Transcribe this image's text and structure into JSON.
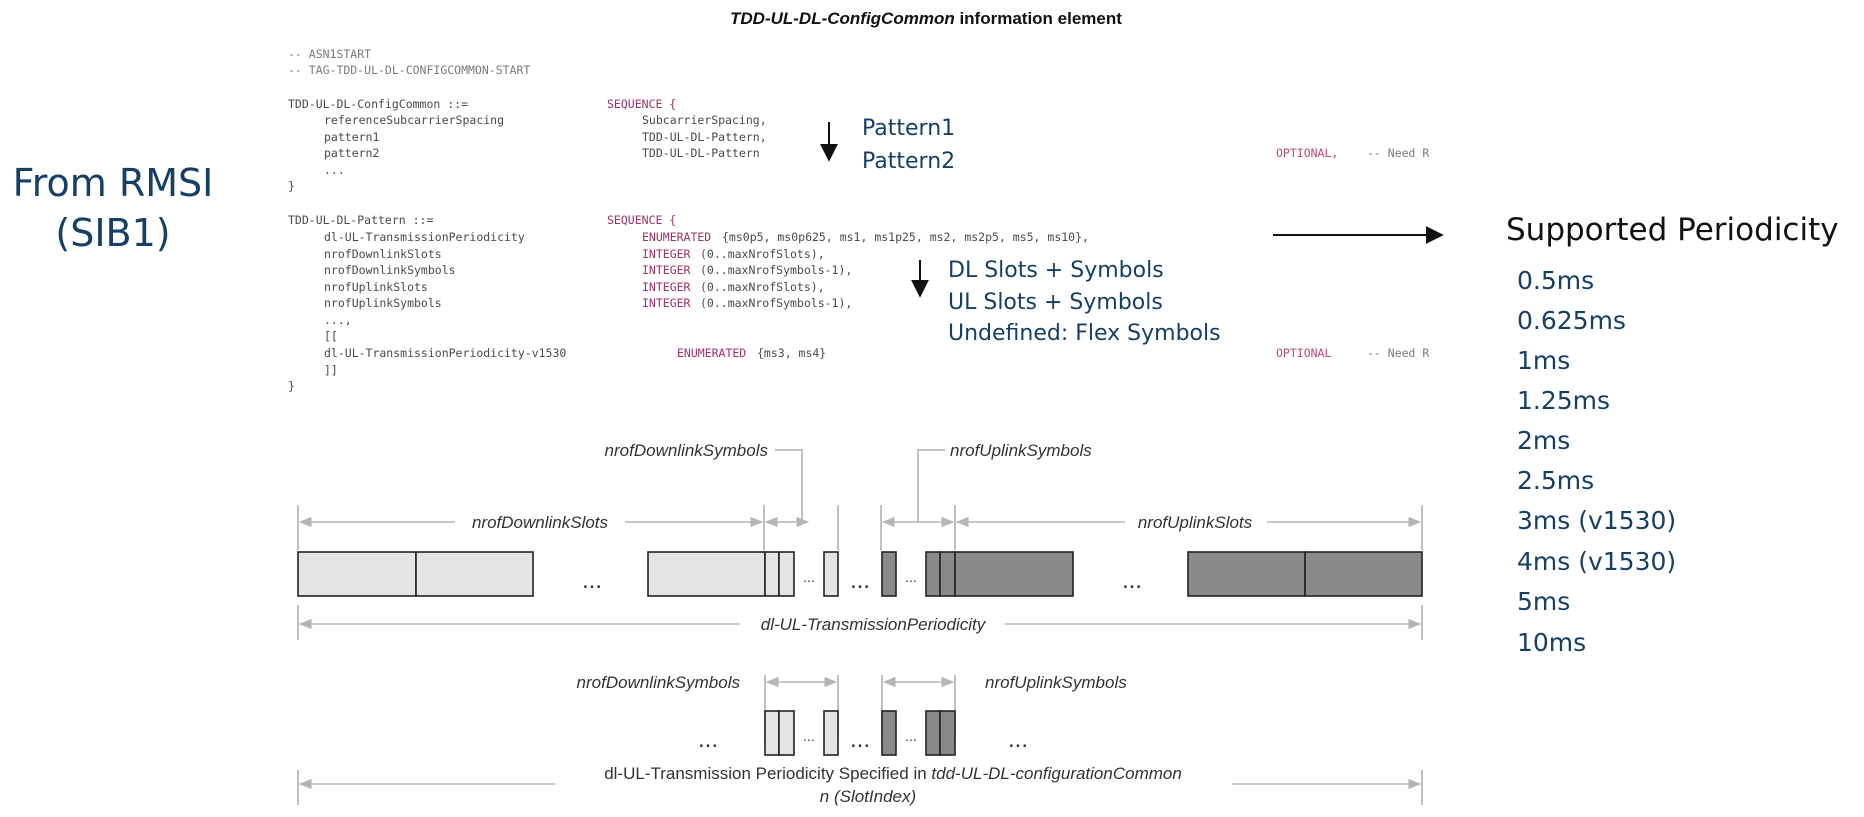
{
  "title": {
    "italic": "TDD-UL-DL-ConfigCommon",
    "rest": " information element"
  },
  "left_label": {
    "line1": "From RMSI",
    "line2": "(SIB1)"
  },
  "code": {
    "start_comment1": "-- ASN1START",
    "start_comment2": "-- TAG-TDD-UL-DL-CONFIGCOMMON-START",
    "common_name": "TDD-UL-DL-ConfigCommon ::=",
    "common_seq": "SEQUENCE {",
    "f1_name": "referenceSubcarrierSpacing",
    "f1_type": "SubcarrierSpacing,",
    "f2_name": "pattern1",
    "f2_type": "TDD-UL-DL-Pattern,",
    "f3_name": "pattern2",
    "f3_type": "TDD-UL-DL-Pattern",
    "f3_opt": "OPTIONAL,",
    "f3_need": "-- Need R",
    "ellipsis": "...",
    "close": "}",
    "pattern_name": "TDD-UL-DL-Pattern ::=",
    "pattern_seq": "SEQUENCE {",
    "p1_name": "dl-UL-TransmissionPeriodicity",
    "p1_kw": "ENUMERATED",
    "p1_type": "{ms0p5, ms0p625, ms1, ms1p25, ms2, ms2p5, ms5, ms10},",
    "p2_name": "nrofDownlinkSlots",
    "p2_kw": "INTEGER",
    "p2_type": "(0..maxNrofSlots),",
    "p3_name": "nrofDownlinkSymbols",
    "p3_kw": "INTEGER",
    "p3_type": "(0..maxNrofSymbols-1),",
    "p4_name": "nrofUplinkSlots",
    "p4_kw": "INTEGER",
    "p4_type": "(0..maxNrofSlots),",
    "p5_name": "nrofUplinkSymbols",
    "p5_kw": "INTEGER",
    "p5_type": "(0..maxNrofSymbols-1),",
    "ext_ellipsis": "...,",
    "ext_open": "[[",
    "p6_name": "dl-UL-TransmissionPeriodicity-v1530",
    "p6_kw": "ENUMERATED",
    "p6_type": "{ms3, ms4}",
    "p6_opt": "OPTIONAL",
    "p6_need": "-- Need R",
    "ext_close": "]]"
  },
  "annotations": {
    "pattern1": "Pattern1",
    "pattern2": "Pattern2",
    "dl_slots_symbols": "DL Slots + Symbols",
    "ul_slots_symbols": "UL Slots + Symbols",
    "flex_symbols": "Undefined: Flex Symbols"
  },
  "supported": {
    "title": "Supported Periodicity",
    "items": [
      "0.5ms",
      "0.625ms",
      "1ms",
      "1.25ms",
      "2ms",
      "2.5ms",
      "3ms (v1530)",
      "4ms (v1530)",
      "5ms",
      "10ms"
    ]
  },
  "diagram": {
    "nrof_dl_symbols": "nrofDownlinkSymbols",
    "nrof_ul_symbols": "nrofUplinkSymbols",
    "nrof_dl_slots": "nrofDownlinkSlots",
    "nrof_ul_slots": "nrofUplinkSlots",
    "periodicity": "dl-UL-TransmissionPeriodicity",
    "nrof_dl_symbols2": "nrofDownlinkSymbols",
    "nrof_ul_symbols2": "nrofUplinkSymbols",
    "bottom_label_plain": "dl-UL-Transmission Periodicity Specified in",
    "bottom_label_italic": "tdd-UL-DL-configurationCommon",
    "slot_index": "n (SlotIndex)",
    "dots": "...",
    "small_dots": "..."
  },
  "colors": {
    "light_fill": "#e4e4e4",
    "dark_fill": "#8a8a8a",
    "guide_line": "#c0c0c0",
    "annotation_blue": "#163f66"
  }
}
